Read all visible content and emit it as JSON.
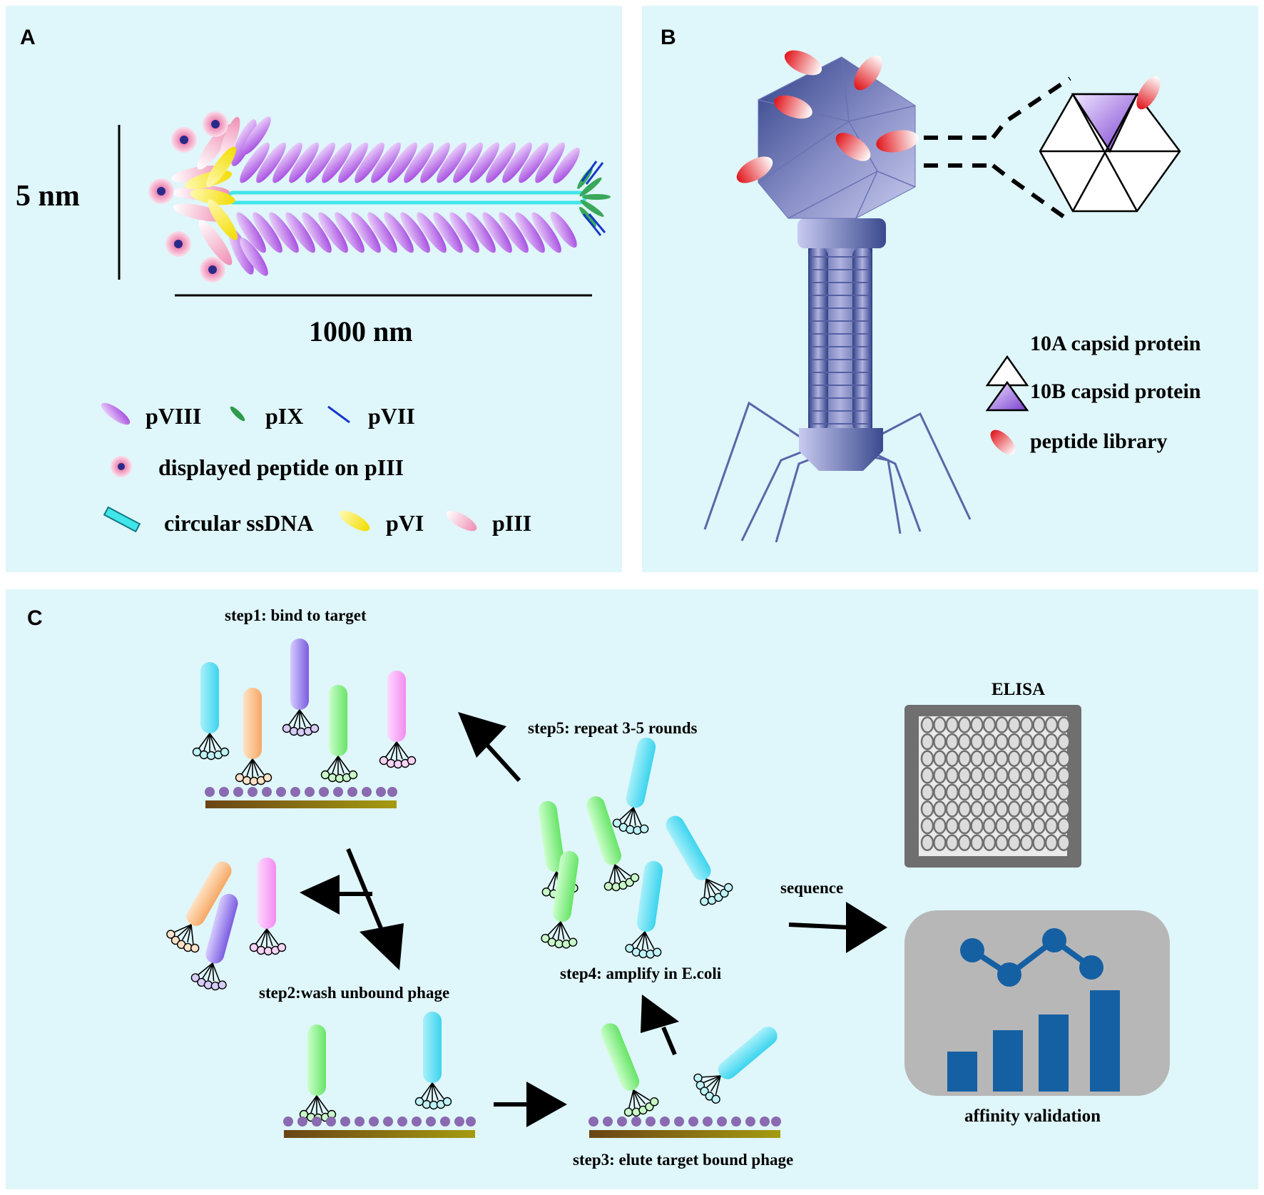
{
  "panels": {
    "a": {
      "label": "A",
      "scale_vertical": "5 nm",
      "scale_horizontal": "1000 nm",
      "legend": {
        "pviii": "pVIII",
        "pix": "pIX",
        "pvii": "pVII",
        "displayed": "displayed peptide on pIII",
        "ssdna": "circular ssDNA",
        "pvi": "pVI",
        "piii": "pIII"
      }
    },
    "b": {
      "label": "B",
      "legend": {
        "capsid_10a": "10A capsid protein",
        "capsid_10b": "10B capsid protein",
        "peptide": "peptide library"
      }
    },
    "c": {
      "label": "C",
      "step1": "step1: bind to target",
      "step2": "step2:wash unbound phage",
      "step3": "step3: elute target bound phage",
      "step4": "step4: amplify in E.coli",
      "step5": "step5: repeat 3-5 rounds",
      "elisa": "ELISA",
      "sequence": "sequence",
      "affinity": "affinity validation"
    }
  },
  "colors": {
    "background": "#dff6fa",
    "pviii": "#a84ee0",
    "pix": "#2e9b4a",
    "pvii": "#1438c8",
    "pvi": "#f7e41e",
    "piii": "#f3a8c4",
    "ssdna": "#40e6ea",
    "capsid": "#4e5aa0",
    "peptide": "#d81c1c",
    "bar": "#1560a3",
    "plate": "#6f6f6f"
  },
  "icons": [
    "phage-m13-icon",
    "phage-t7-icon",
    "hexagon-capsid-icon",
    "elisa-plate-icon",
    "chart-icon",
    "arrow-icon"
  ]
}
